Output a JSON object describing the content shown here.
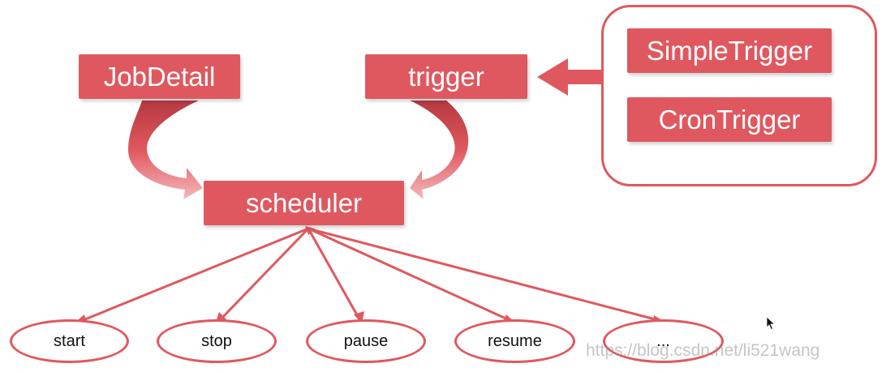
{
  "nodes": {
    "jobdetail": "JobDetail",
    "trigger": "trigger",
    "scheduler": "scheduler",
    "simple_trigger": "SimpleTrigger",
    "cron_trigger": "CronTrigger"
  },
  "actions": [
    "start",
    "stop",
    "pause",
    "resume",
    "..."
  ],
  "watermark": "https://blog.csdn.net/li521wang",
  "colors": {
    "accent": "#e0585f",
    "arrow_dark": "#c0434a"
  }
}
